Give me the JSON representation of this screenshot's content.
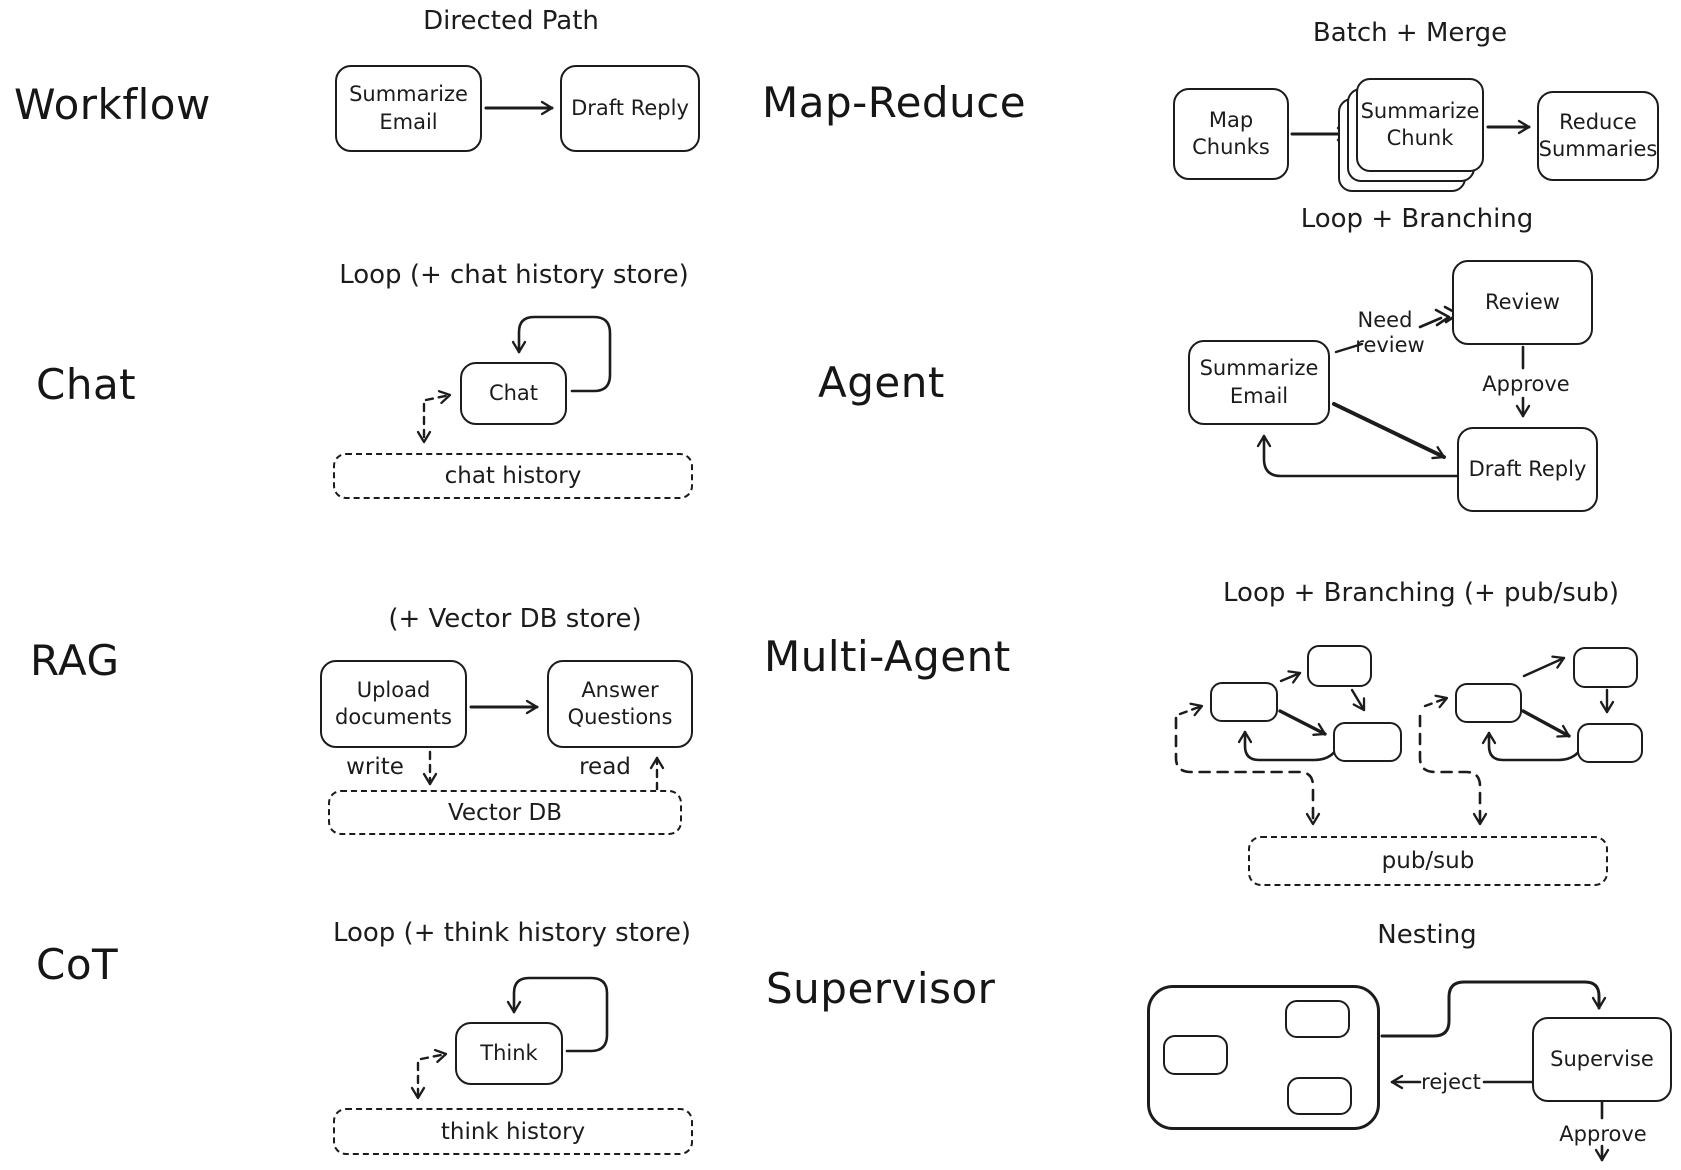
{
  "colors": {
    "ink": "#1c1c1c",
    "background": "#ffffff"
  },
  "sections": {
    "workflow": {
      "label": "Workflow",
      "title": "Directed Path",
      "nodes": {
        "summarize_email": "Summarize Email",
        "draft_reply": "Draft Reply"
      }
    },
    "map_reduce": {
      "label": "Map-Reduce",
      "title": "Batch + Merge",
      "nodes": {
        "map_chunks": "Map Chunks",
        "summarize_chunk": "Summarize Chunk",
        "reduce_summaries": "Reduce Summaries"
      }
    },
    "chat": {
      "label": "Chat",
      "title": "Loop (+ chat history store)",
      "nodes": {
        "chat": "Chat"
      },
      "store": "chat history"
    },
    "agent": {
      "label": "Agent",
      "title": "Loop + Branching",
      "nodes": {
        "summarize_email": "Summarize Email",
        "review": "Review",
        "draft_reply": "Draft Reply"
      },
      "edge_labels": {
        "need_line1": "Need",
        "need_line2": "review",
        "approve": "Approve"
      }
    },
    "rag": {
      "label": "RAG",
      "title": "(+ Vector DB store)",
      "nodes": {
        "upload_documents": "Upload documents",
        "answer_questions": "Answer Questions"
      },
      "edge_labels": {
        "write": "write",
        "read": "read"
      },
      "store": "Vector DB"
    },
    "multi_agent": {
      "label": "Multi-Agent",
      "title": "Loop + Branching (+ pub/sub)",
      "store": "pub/sub"
    },
    "cot": {
      "label": "CoT",
      "title": "Loop (+ think history store)",
      "nodes": {
        "think": "Think"
      },
      "store": "think history"
    },
    "supervisor": {
      "label": "Supervisor",
      "title": "Nesting",
      "nodes": {
        "supervise": "Supervise"
      },
      "edge_labels": {
        "reject": "reject",
        "approve": "Approve"
      }
    }
  }
}
